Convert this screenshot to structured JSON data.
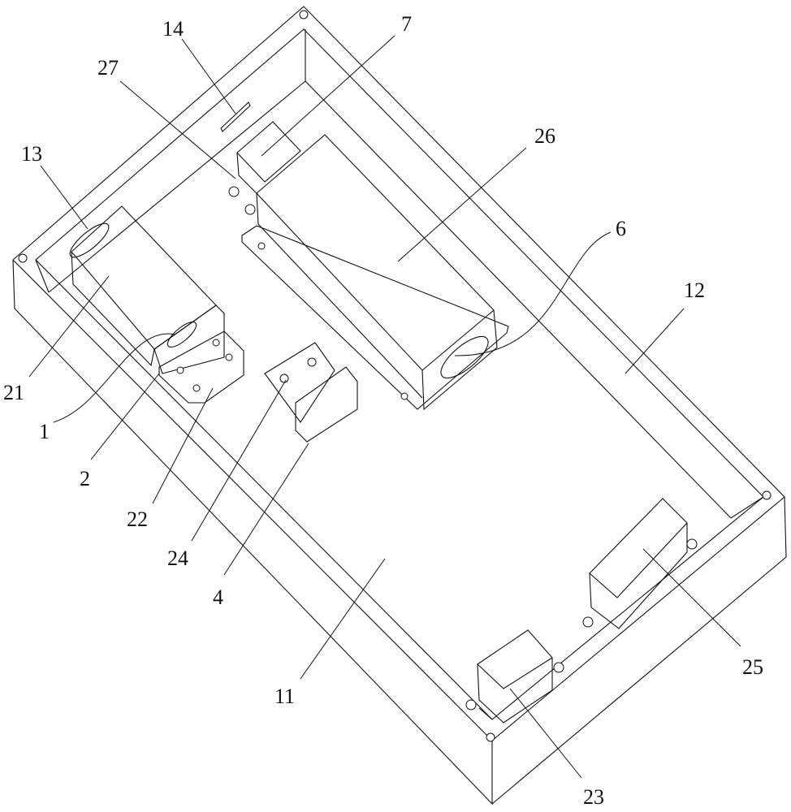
{
  "figure": {
    "description_labels": [
      {
        "id": "label-14",
        "text": "14"
      },
      {
        "id": "label-7",
        "text": "7"
      },
      {
        "id": "label-27",
        "text": "27"
      },
      {
        "id": "label-26",
        "text": "26"
      },
      {
        "id": "label-13",
        "text": "13"
      },
      {
        "id": "label-6",
        "text": "6"
      },
      {
        "id": "label-12",
        "text": "12"
      },
      {
        "id": "label-21",
        "text": "21"
      },
      {
        "id": "label-1",
        "text": "1"
      },
      {
        "id": "label-2",
        "text": "2"
      },
      {
        "id": "label-22",
        "text": "22"
      },
      {
        "id": "label-24",
        "text": "24"
      },
      {
        "id": "label-4",
        "text": "4"
      },
      {
        "id": "label-11",
        "text": "11"
      },
      {
        "id": "label-25",
        "text": "25"
      },
      {
        "id": "label-23",
        "text": "23"
      }
    ]
  },
  "colors": {
    "line": "#111111",
    "background": "#ffffff"
  }
}
